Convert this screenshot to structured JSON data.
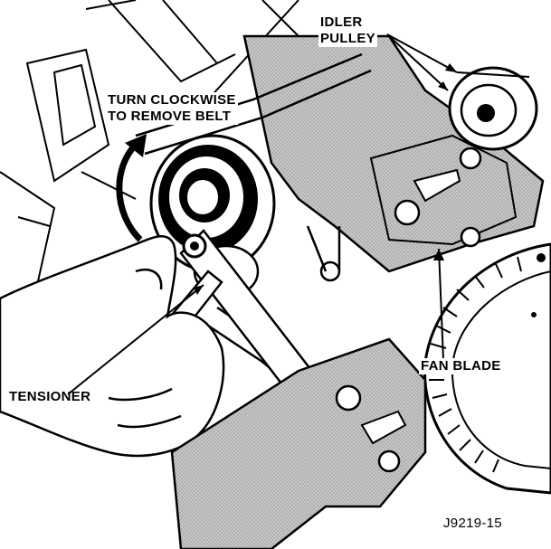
{
  "figure": {
    "labels": {
      "idler_line1": "IDLER",
      "idler_line2": "PULLEY",
      "turn_line1": "TURN CLOCKWISE",
      "turn_line2": "TO REMOVE BELT",
      "tensioner": "TENSIONER",
      "fan_blade": "FAN BLADE",
      "figure_code": "J9219-15"
    },
    "colors": {
      "ink": "#000000",
      "bracket_fill": "#bdbdbd",
      "paper": "#ffffff"
    }
  }
}
